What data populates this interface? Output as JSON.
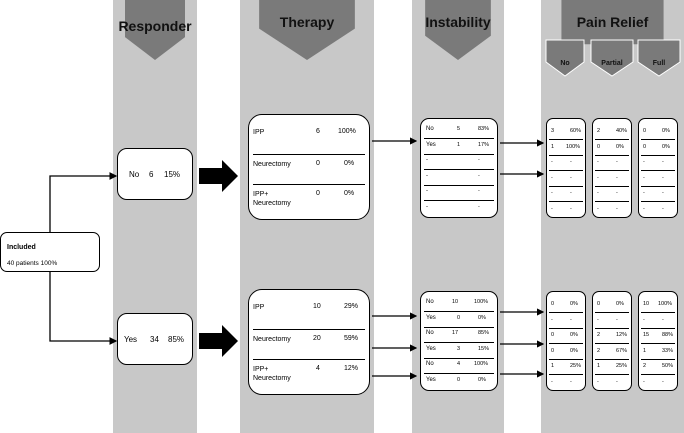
{
  "columns": {
    "responder": "Responder",
    "therapy": "Therapy",
    "instability": "Instability",
    "pain_relief": "Pain Relief",
    "pain_sub": [
      "No",
      "Partial",
      "Full"
    ]
  },
  "included": {
    "title": "Included",
    "detail": "40 patients   100%"
  },
  "responder": {
    "no": {
      "label": "No",
      "n": "6",
      "pct": "15%"
    },
    "yes": {
      "label": "Yes",
      "n": "34",
      "pct": "85%"
    }
  },
  "therapy_no": [
    {
      "label": "IPP",
      "n": "6",
      "pct": "100%"
    },
    {
      "label": "Neurectomy",
      "n": "0",
      "pct": "0%"
    },
    {
      "label": "IPP+\nNeurectomy",
      "n": "0",
      "pct": "0%"
    }
  ],
  "therapy_yes": [
    {
      "label": "IPP",
      "n": "10",
      "pct": "29%"
    },
    {
      "label": "Neurectomy",
      "n": "20",
      "pct": "59%"
    },
    {
      "label": "IPP+\nNeurectomy",
      "n": "4",
      "pct": "12%"
    }
  ],
  "instability_no": [
    {
      "label": "No",
      "n": "5",
      "pct": "83%"
    },
    {
      "label": "Yes",
      "n": "1",
      "pct": "17%"
    },
    {
      "label": "-",
      "n": "",
      "pct": "-"
    },
    {
      "label": "-",
      "n": "",
      "pct": "-"
    },
    {
      "label": "-",
      "n": "",
      "pct": "-"
    },
    {
      "label": "-",
      "n": "",
      "pct": "-"
    }
  ],
  "instability_yes": [
    {
      "label": "No",
      "n": "10",
      "pct": "100%"
    },
    {
      "label": "Yes",
      "n": "0",
      "pct": "0%"
    },
    {
      "label": "No",
      "n": "17",
      "pct": "85%"
    },
    {
      "label": "Yes",
      "n": "3",
      "pct": "15%"
    },
    {
      "label": "No",
      "n": "4",
      "pct": "100%"
    },
    {
      "label": "Yes",
      "n": "0",
      "pct": "0%"
    }
  ],
  "pain_no_group": {
    "no": [
      [
        "3",
        "60%"
      ],
      [
        "1",
        "100%"
      ],
      [
        "-",
        "-"
      ],
      [
        "-",
        "-"
      ],
      [
        "-",
        "-"
      ],
      [
        "-",
        "-"
      ]
    ],
    "partial": [
      [
        "2",
        "40%"
      ],
      [
        "0",
        "0%"
      ],
      [
        "-",
        "-"
      ],
      [
        "-",
        "-"
      ],
      [
        "-",
        "-"
      ],
      [
        "-",
        "-"
      ]
    ],
    "full": [
      [
        "0",
        "0%"
      ],
      [
        "0",
        "0%"
      ],
      [
        "-",
        "-"
      ],
      [
        "-",
        "-"
      ],
      [
        "-",
        "-"
      ],
      [
        "-",
        "-"
      ]
    ]
  },
  "pain_yes_group": {
    "no": [
      [
        "0",
        "0%"
      ],
      [
        "-",
        "-"
      ],
      [
        "0",
        "0%"
      ],
      [
        "0",
        "0%"
      ],
      [
        "1",
        "25%"
      ],
      [
        "-",
        "-"
      ]
    ],
    "partial": [
      [
        "0",
        "0%"
      ],
      [
        "-",
        "-"
      ],
      [
        "2",
        "12%"
      ],
      [
        "2",
        "67%"
      ],
      [
        "1",
        "25%"
      ],
      [
        "-",
        "-"
      ]
    ],
    "full": [
      [
        "10",
        "100%"
      ],
      [
        "-",
        "-"
      ],
      [
        "15",
        "88%"
      ],
      [
        "1",
        "33%"
      ],
      [
        "2",
        "50%"
      ],
      [
        "-",
        "-"
      ]
    ]
  }
}
